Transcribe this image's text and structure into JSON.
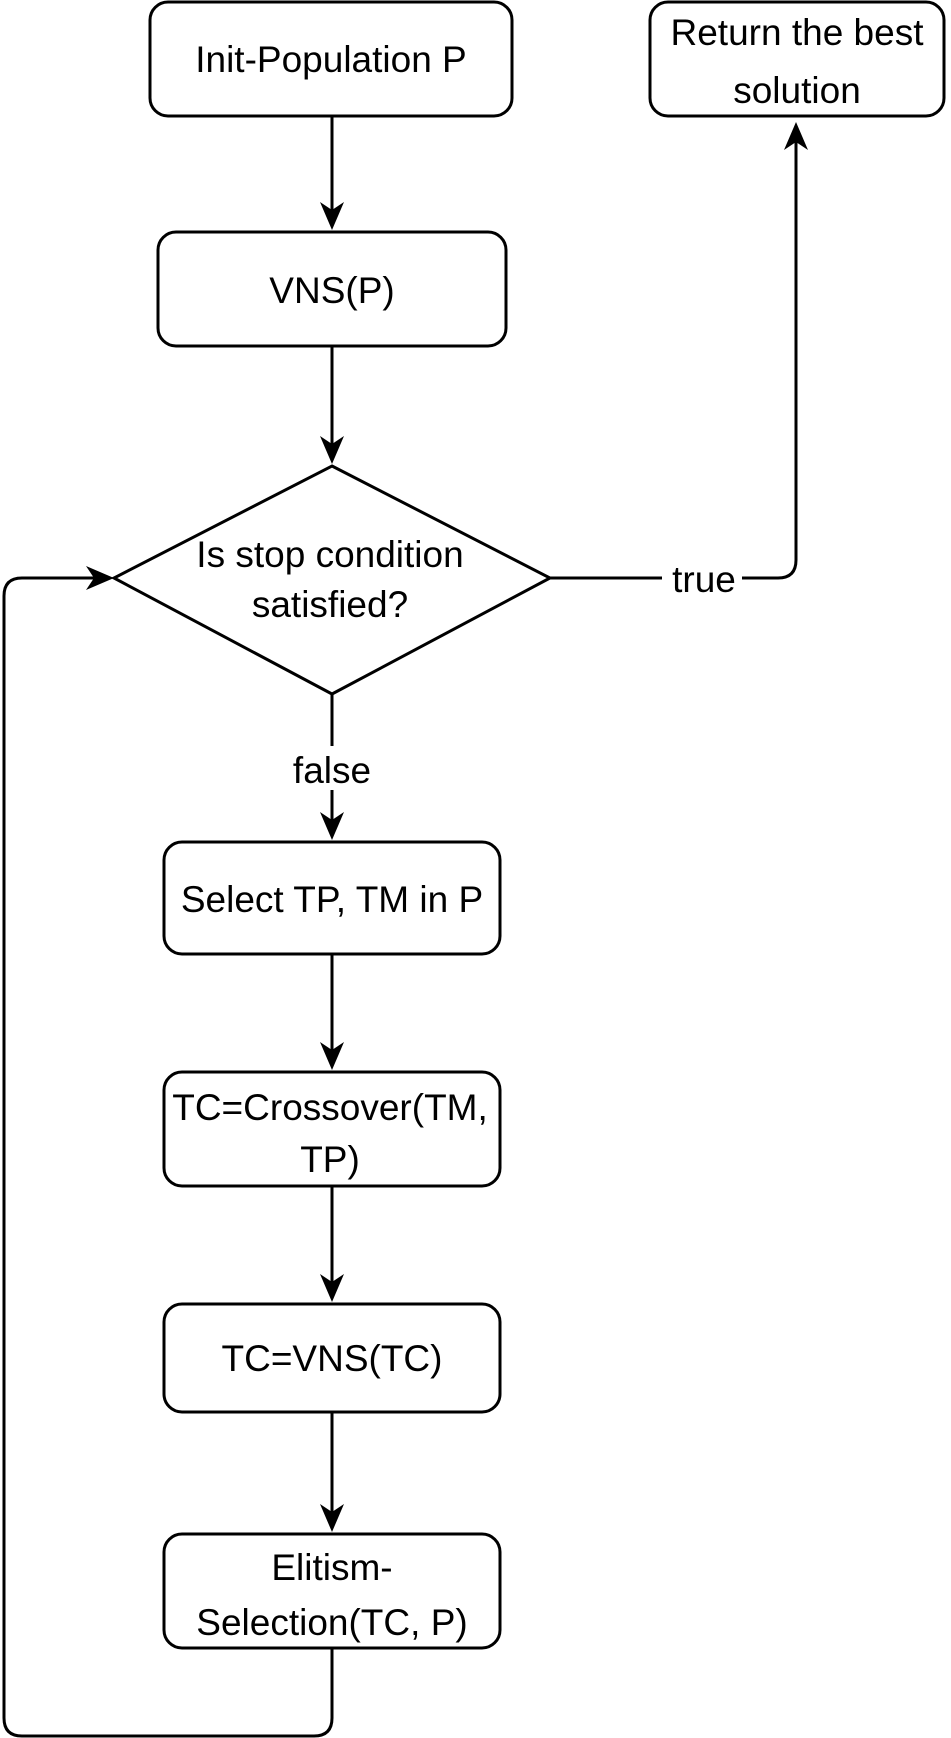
{
  "nodes": {
    "init": {
      "label": "Init-Population P"
    },
    "vns": {
      "label": "VNS(P)"
    },
    "decision": {
      "line1": "Is stop condition",
      "line2": "satisfied?"
    },
    "return": {
      "line1": "Return the best",
      "line2": "solution"
    },
    "select": {
      "label": "Select TP, TM in P"
    },
    "crossover": {
      "line1": "TC=Crossover(TM,",
      "line2": "TP)"
    },
    "vns_tc": {
      "label": "TC=VNS(TC)"
    },
    "elitism": {
      "line1": "Elitism-",
      "line2": "Selection(TC, P)"
    }
  },
  "edges": {
    "true_label": "true",
    "false_label": "false"
  }
}
